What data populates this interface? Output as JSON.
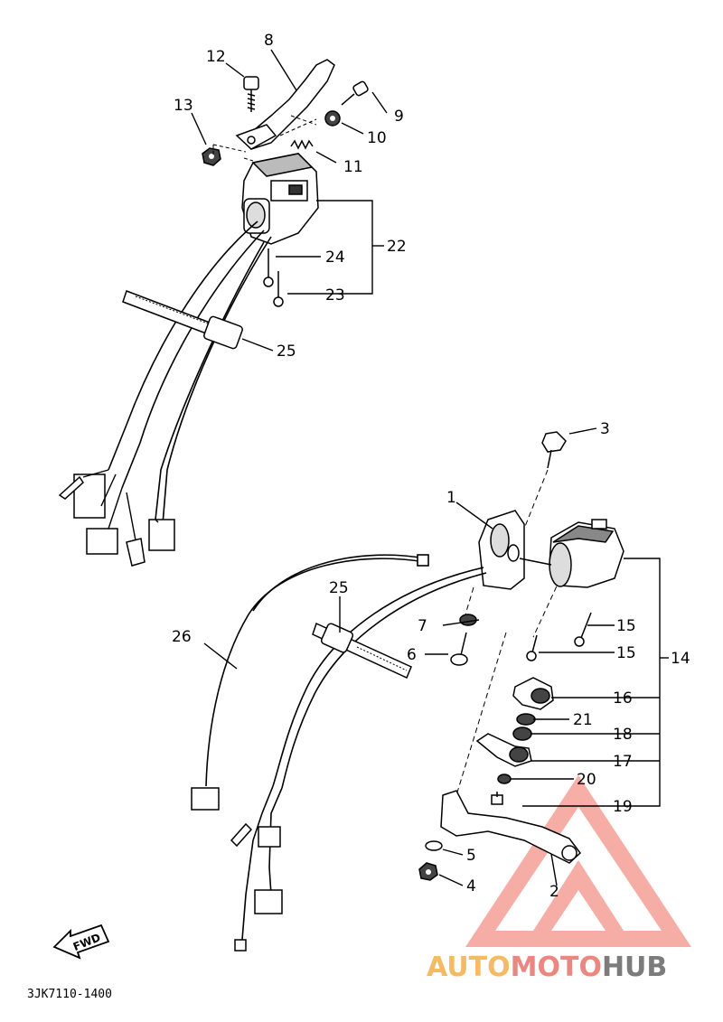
{
  "diagram": {
    "drawing_code": "3JK7110-1400",
    "fwd_marker": "FWD",
    "callouts": {
      "c1": "1",
      "c2": "2",
      "c3": "3",
      "c4": "4",
      "c5": "5",
      "c6": "6",
      "c7": "7",
      "c8": "8",
      "c9": "9",
      "c10": "10",
      "c11": "11",
      "c12": "12",
      "c13": "13",
      "c14": "14",
      "c15a": "15",
      "c15b": "15",
      "c16": "16",
      "c17": "17",
      "c18": "18",
      "c19": "19",
      "c20": "20",
      "c21": "21",
      "c22": "22",
      "c23": "23",
      "c24": "24",
      "c25a": "25",
      "c25b": "25",
      "c26": "26"
    }
  },
  "watermark": {
    "part1": "AUTO",
    "part2": "MOTO",
    "part3": "HUB",
    "colors": {
      "auto": "#f4b04a",
      "moto": "#e8736b",
      "hub": "#666666",
      "logo": "#f28b80"
    }
  }
}
